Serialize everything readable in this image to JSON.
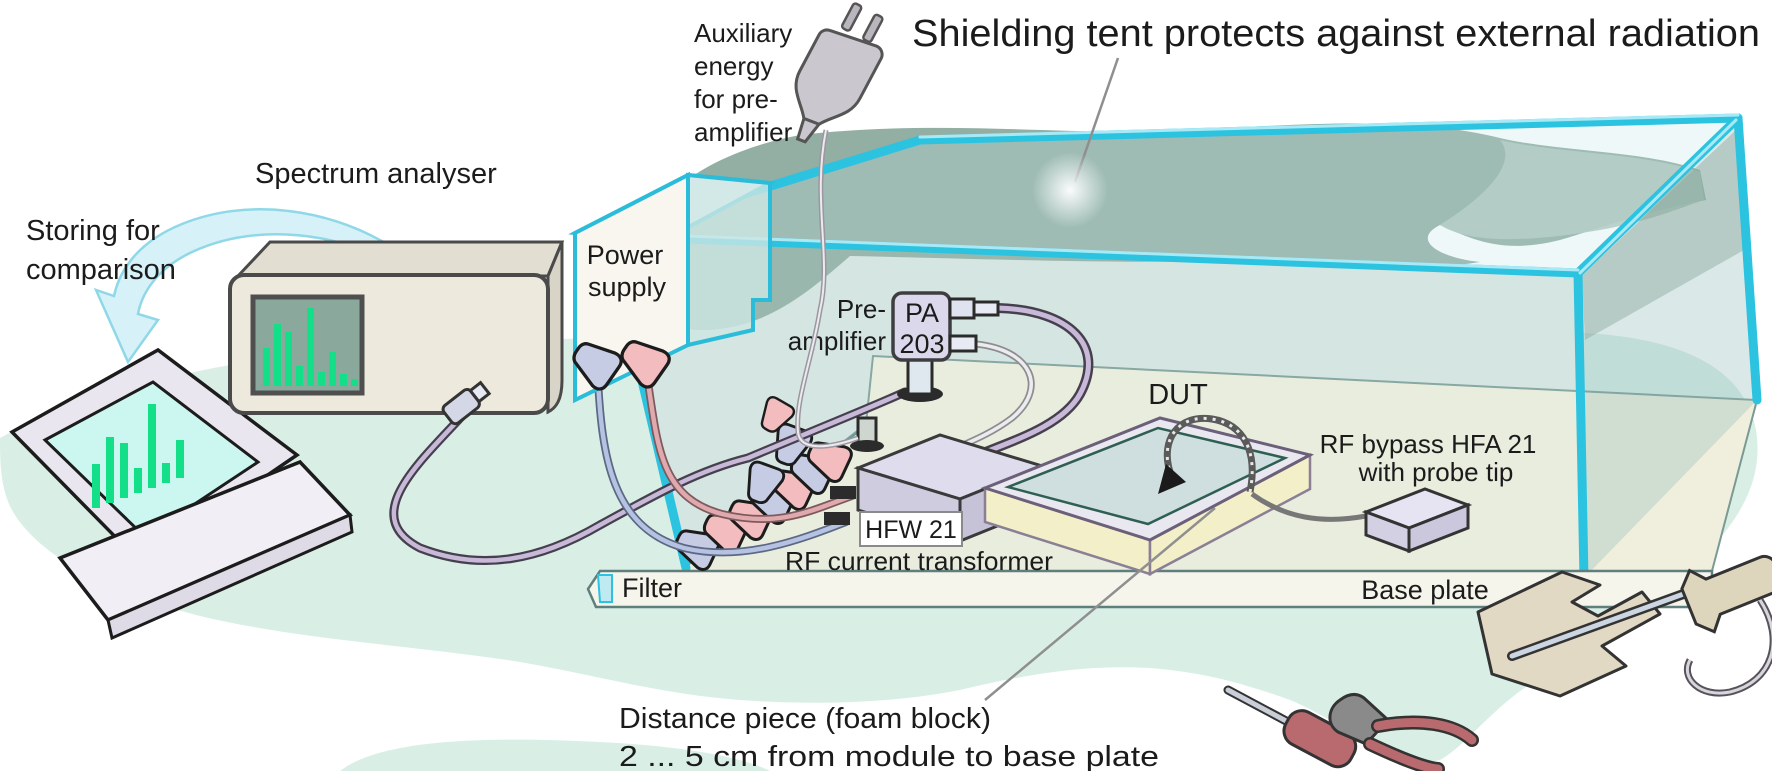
{
  "labels": {
    "title": "Shielding tent protects against external radiation",
    "aux": {
      "l1": "Auxiliary",
      "l2": "energy",
      "l3": "for pre-",
      "l4": "amplifier"
    },
    "spectrum_analyser": "Spectrum analyser",
    "storing": {
      "l1": "Storing for",
      "l2": "comparison"
    },
    "power_supply": {
      "l1": "Power",
      "l2": "supply"
    },
    "pre_amplifier": {
      "l1": "Pre-",
      "l2": "amplifier"
    },
    "pa203": {
      "l1": "PA",
      "l2": "203"
    },
    "dut": "DUT",
    "rf_bypass": {
      "l1": "RF bypass HFA 21",
      "l2": "with probe tip"
    },
    "hfw21": "HFW 21",
    "rf_current_transformer": "RF current transformer",
    "filter": "Filter",
    "base_plate": "Base plate",
    "distance": {
      "l1": "Distance piece (foam block)",
      "l2": "2 ... 5 cm from module to base plate"
    }
  },
  "colors": {
    "tent_frame": "#2cc3e0",
    "tent_fabric": "#8aa89b",
    "surface_mint": "#d9efe6",
    "screen_bars": "#12df87",
    "instrument_beige": "#eee9dd",
    "module_lavender": "#dcd8ec",
    "cable_pink": "#cf8f96",
    "cable_blue": "#9fb0d8",
    "cable_purple": "#b9a6c9",
    "tool_red": "#b96a6e"
  }
}
